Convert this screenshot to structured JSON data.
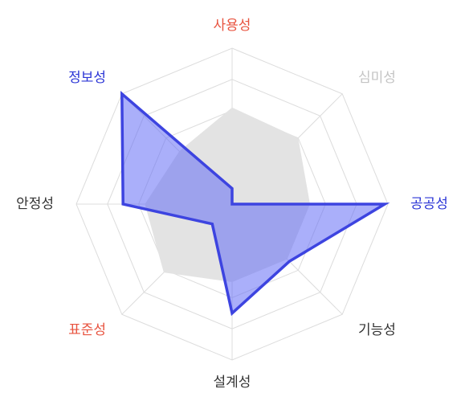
{
  "chart_data": {
    "type": "radar",
    "axes": [
      {
        "label": "사용성",
        "color": "#e8533f"
      },
      {
        "label": "심미성",
        "color": "#c4c4c4"
      },
      {
        "label": "공공성",
        "color": "#2b35d6"
      },
      {
        "label": "기능성",
        "color": "#333333"
      },
      {
        "label": "설계성",
        "color": "#333333"
      },
      {
        "label": "표준성",
        "color": "#e8533f"
      },
      {
        "label": "안정성",
        "color": "#333333"
      },
      {
        "label": "정보성",
        "color": "#2b35d6"
      }
    ],
    "r_range": [
      0,
      5
    ],
    "rings": 5,
    "series": [
      {
        "values": [
          3.1,
          3.0,
          2.5,
          2.5,
          2.5,
          3.1,
          2.8,
          2.4
        ],
        "fill": "#e3e3e3",
        "stroke": "none"
      },
      {
        "values": [
          0.5,
          0.0,
          4.9,
          2.6,
          3.5,
          0.9,
          3.5,
          5.0
        ],
        "fill": "rgba(100,110,245,0.55)",
        "stroke": "#3d44e0"
      }
    ],
    "grid_color": "#dcdcdc",
    "legend": "none"
  }
}
